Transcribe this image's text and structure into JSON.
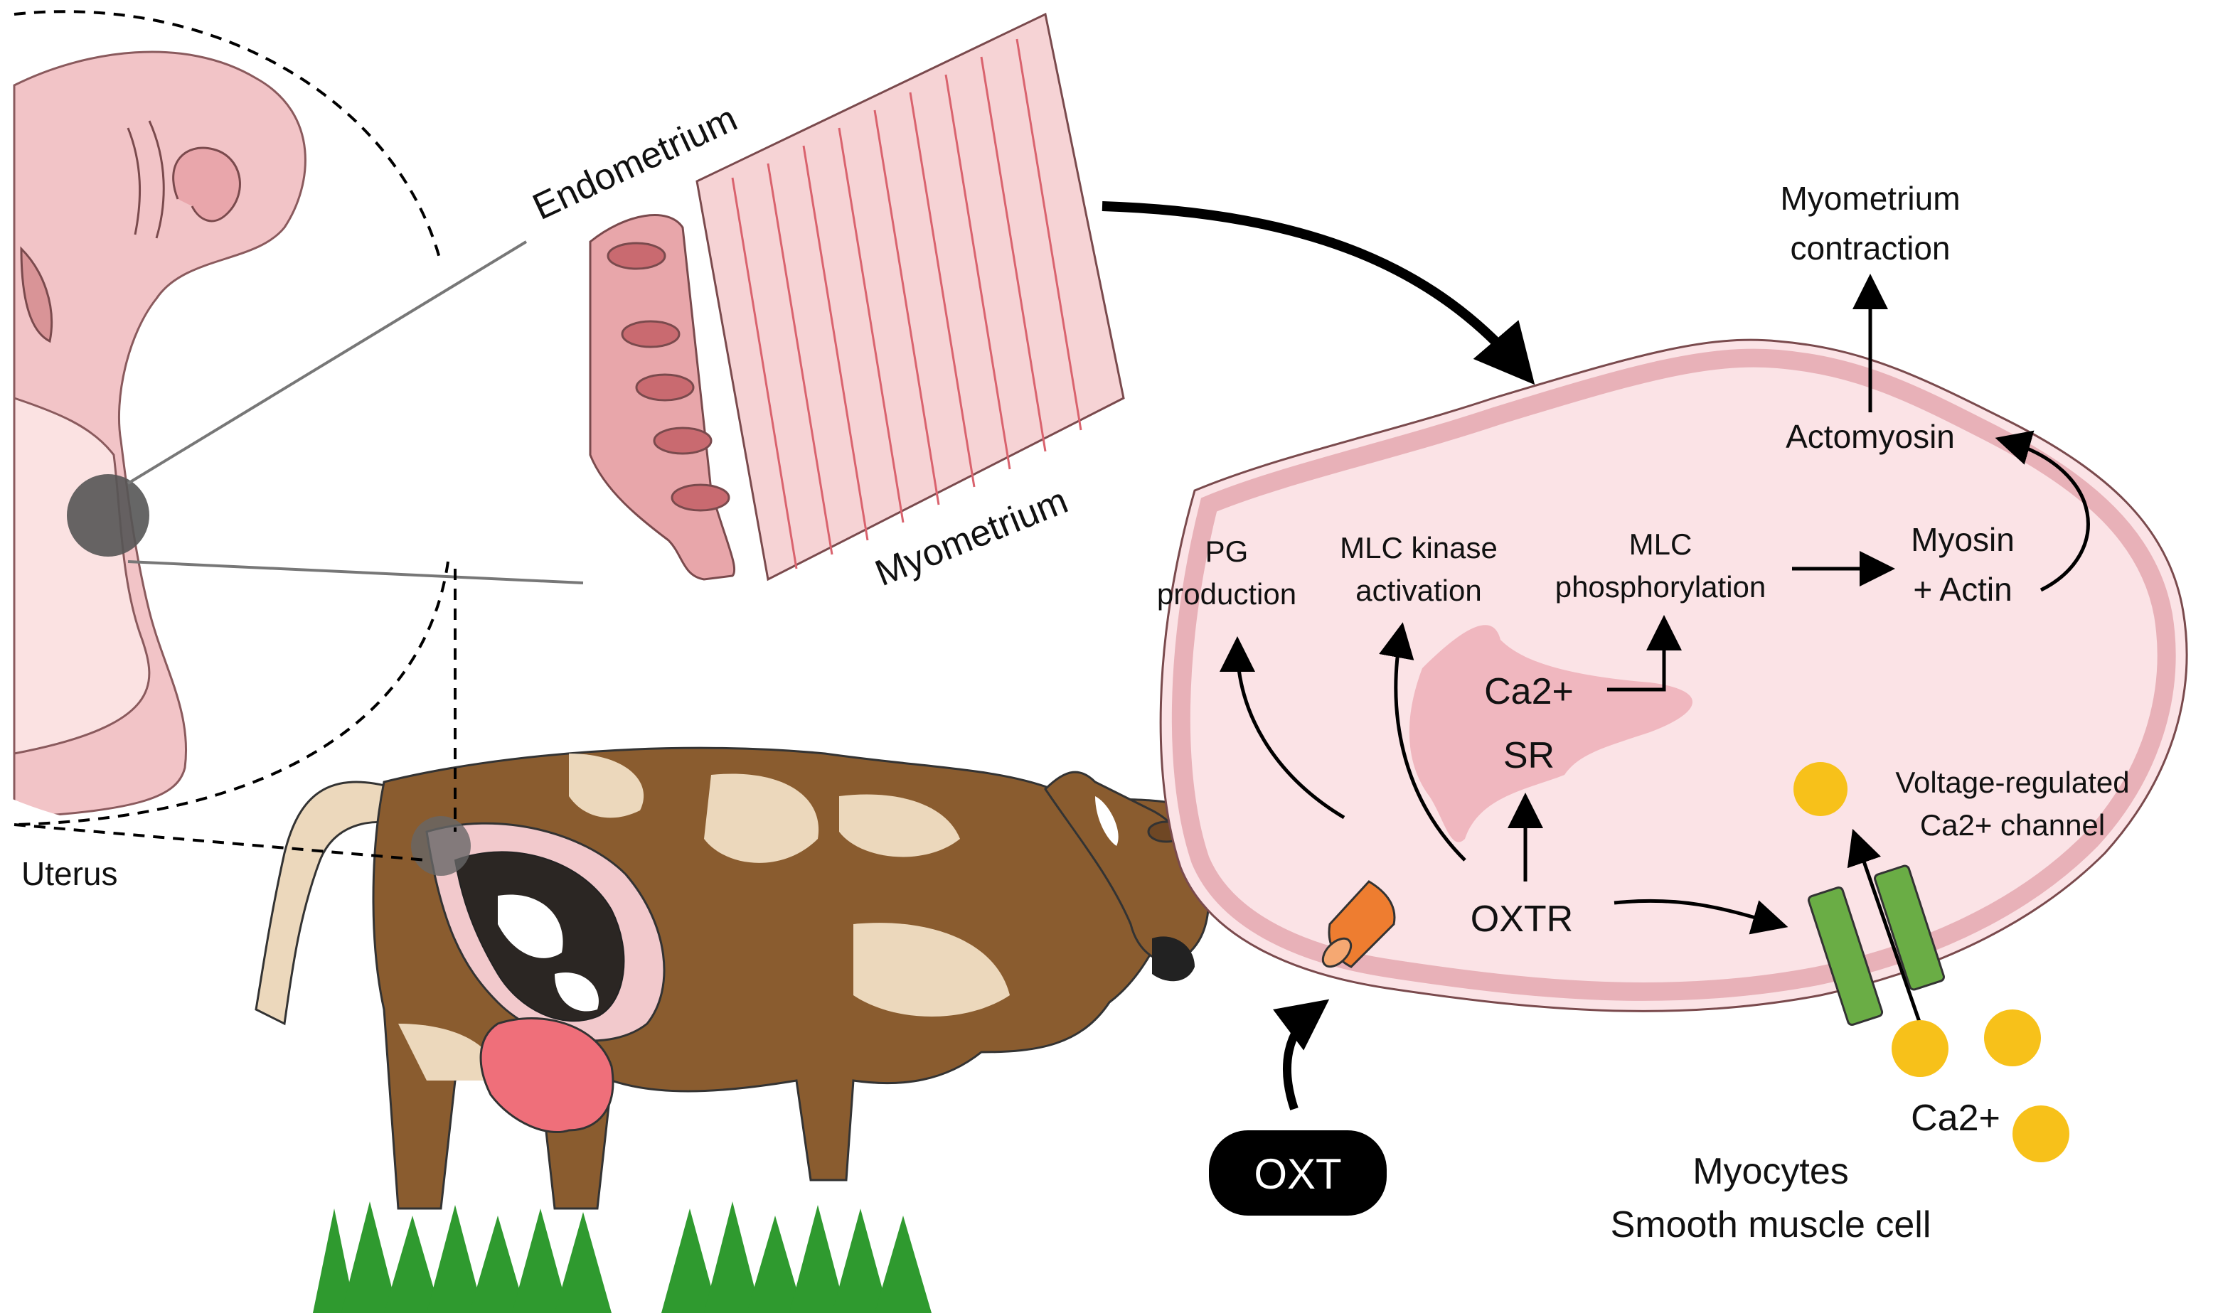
{
  "labels": {
    "endometrium": "Endometrium",
    "myometrium": "Myometrium",
    "uterus": "Uterus",
    "myometrium_contraction_line1": "Myometrium",
    "myometrium_contraction_line2": "contraction",
    "actomyosin": "Actomyosin",
    "pg_line1": "PG",
    "pg_line2": "production",
    "mlck_line1": "MLC kinase",
    "mlck_line2": "activation",
    "mlcp_line1": "MLC",
    "mlcp_line2": "phosphorylation",
    "myosin_line1": "Myosin",
    "myosin_line2": "+ Actin",
    "ca_sr": "Ca2+",
    "sr": "SR",
    "vrc_line1": "Voltage-regulated",
    "vrc_line2": "Ca2+ channel",
    "oxtr": "OXTR",
    "ca_out": "Ca2+",
    "oxt": "OXT",
    "myocytes_line1": "Myocytes",
    "myocytes_line2": "Smooth muscle cell"
  },
  "colors": {
    "cell_fill": "#fbe3e6",
    "cell_border": "#e8b1b8",
    "tissue_pink": "#f2c9cc",
    "tissue_line": "#d9636e",
    "sr_fill": "#f0b7bf",
    "receptor": "#ee7d30",
    "channel": "#6aad45",
    "calcium": "#f7c11a",
    "cow_brown": "#8a5c2f",
    "cow_cream": "#ecd8bc",
    "udder": "#ef6f7a",
    "grass": "#2f9a2f",
    "oxt_bg": "#000000"
  }
}
